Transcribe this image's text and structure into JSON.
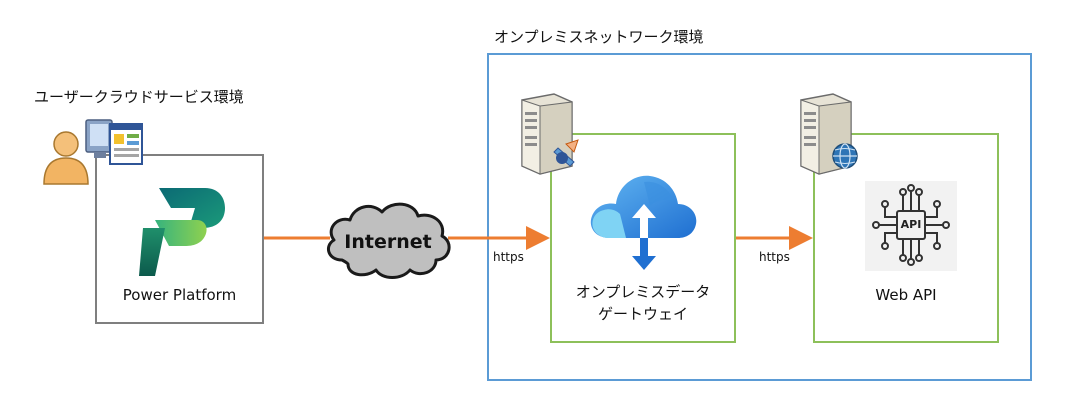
{
  "labels": {
    "user_env": "ユーザークラウドサービス環境",
    "onprem_env": "オンプレミスネットワーク環境",
    "power_platform": "Power Platform",
    "internet": "Internet",
    "https_1": "https",
    "https_2": "https",
    "gateway_line1": "オンプレミスデータ",
    "gateway_line2": "ゲートウェイ",
    "web_api": "Web API",
    "api_chip": "API"
  },
  "icons": {
    "user": "user-computer-icon",
    "power_platform": "power-platform-logo",
    "internet": "cloud-icon",
    "gateway_server": "server-icon",
    "gateway": "data-gateway-icon",
    "webapi_server": "web-server-icon",
    "api": "api-chip-icon"
  },
  "colors": {
    "arrow": "#ed7d31",
    "onprem_border": "#5b9bd5",
    "inner_border": "#8dc05a",
    "user_border": "#7f7f7f"
  }
}
